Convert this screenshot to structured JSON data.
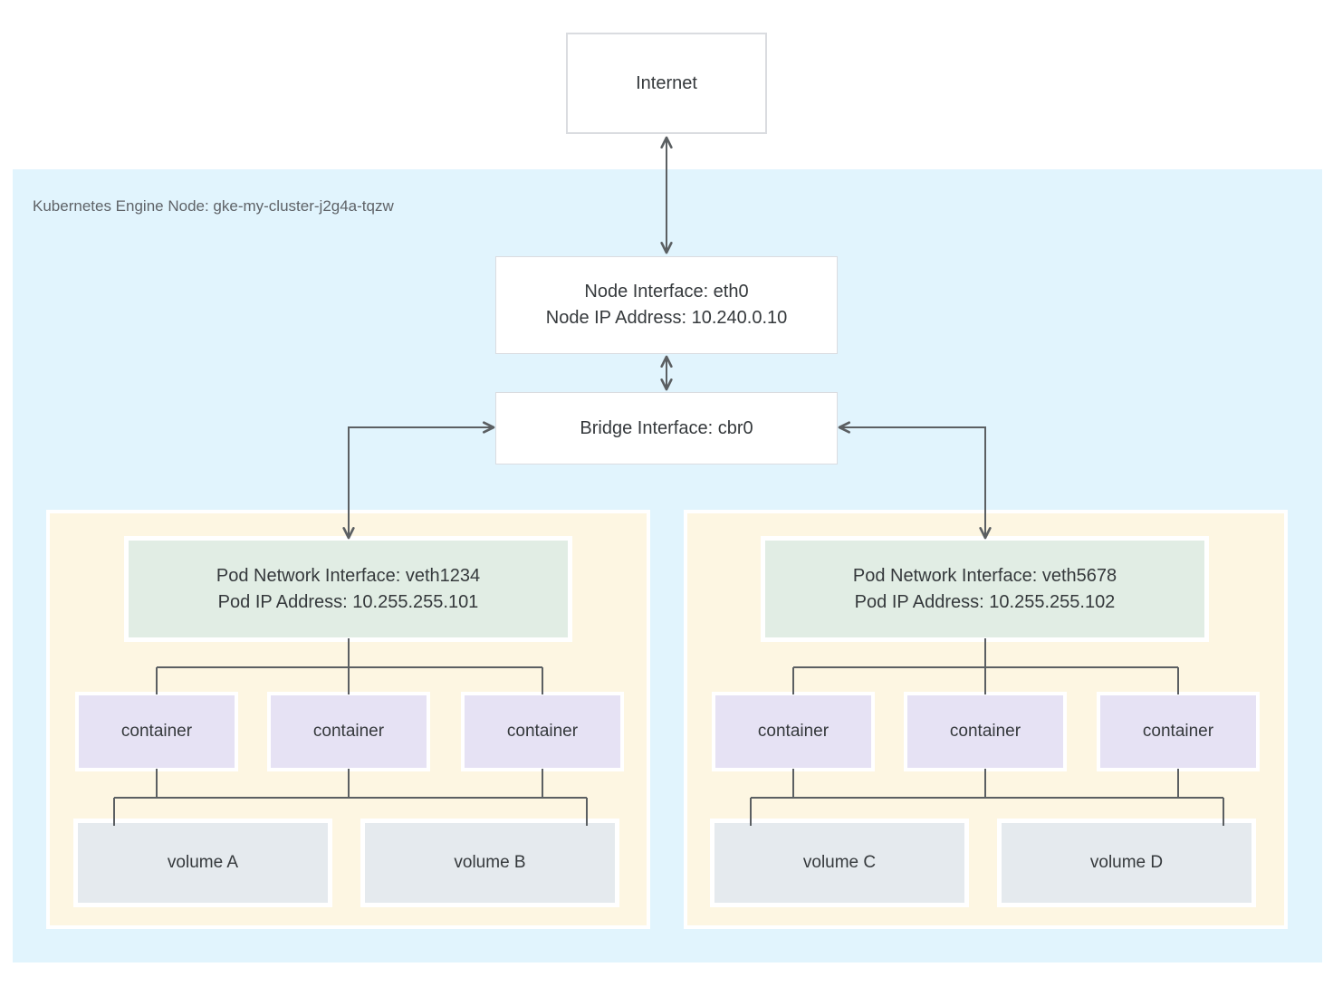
{
  "internet": {
    "label": "Internet"
  },
  "cluster": {
    "label": "Kubernetes Engine Node: gke-my-cluster-j2g4a-tqzw",
    "node_interface": {
      "line1": "Node Interface: eth0",
      "line2": "Node IP Address: 10.240.0.10"
    },
    "bridge": {
      "label": "Bridge Interface: cbr0"
    }
  },
  "pods": [
    {
      "interface": {
        "line1": "Pod Network Interface: veth1234",
        "line2": "Pod IP Address: 10.255.255.101"
      },
      "containers": [
        "container",
        "container",
        "container"
      ],
      "volumes": [
        "volume A",
        "volume B"
      ]
    },
    {
      "interface": {
        "line1": "Pod Network Interface: veth5678",
        "line2": "Pod IP Address: 10.255.255.102"
      },
      "containers": [
        "container",
        "container",
        "container"
      ],
      "volumes": [
        "volume C",
        "volume D"
      ]
    }
  ],
  "colors": {
    "cluster_bg": "#e1f4fd",
    "pod_bg": "#fdf6e2",
    "pod_interface_bg": "#e1ede4",
    "container_bg": "#e6e2f4",
    "volume_bg": "#e5eaee",
    "connector": "#5b5f62",
    "box_border": "#dadce0",
    "text": "#35393c",
    "label_text": "#5f6368"
  }
}
